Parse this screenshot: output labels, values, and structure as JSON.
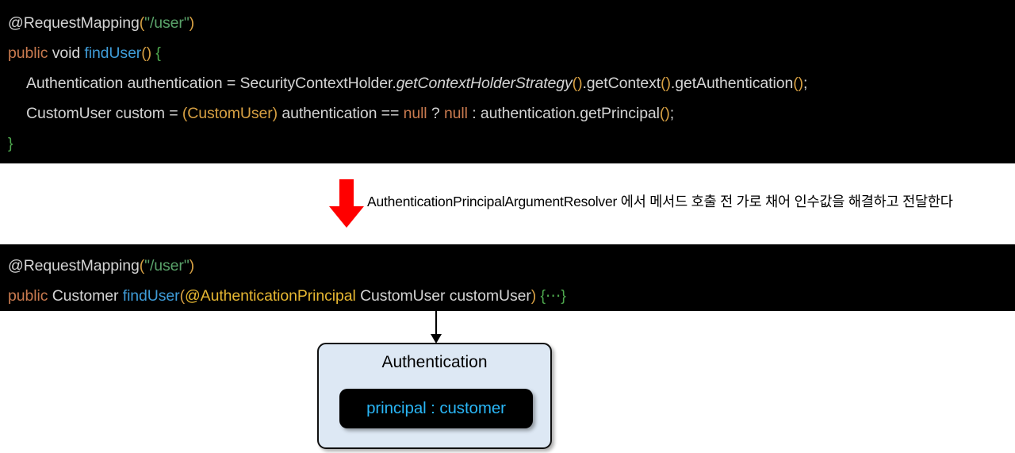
{
  "code_block_top": {
    "background": "#000000",
    "lines": [
      {
        "id": "line1",
        "indent": 0,
        "tokens": [
          {
            "kind": "annotation",
            "text": "@RequestMapping"
          },
          {
            "kind": "paren",
            "text": "("
          },
          {
            "kind": "string",
            "text": "\"/user\""
          },
          {
            "kind": "paren",
            "text": ")"
          }
        ]
      },
      {
        "id": "line2",
        "indent": 0,
        "tokens": [
          {
            "kind": "keyword",
            "text": "public"
          },
          {
            "kind": "plain",
            "text": " "
          },
          {
            "kind": "type",
            "text": "void"
          },
          {
            "kind": "plain",
            "text": " "
          },
          {
            "kind": "method",
            "text": "findUser"
          },
          {
            "kind": "paren",
            "text": "()"
          },
          {
            "kind": "plain",
            "text": " "
          },
          {
            "kind": "brace",
            "text": "{"
          }
        ]
      },
      {
        "id": "line3",
        "indent": 1,
        "tokens": [
          {
            "kind": "plain",
            "text": "Authentication authentication = SecurityContextHolder."
          },
          {
            "kind": "italic",
            "text": "getContextHolderStrategy"
          },
          {
            "kind": "paren",
            "text": "()"
          },
          {
            "kind": "plain",
            "text": ".getContext"
          },
          {
            "kind": "paren",
            "text": "()"
          },
          {
            "kind": "plain",
            "text": ".getAuthentication"
          },
          {
            "kind": "paren",
            "text": "()"
          },
          {
            "kind": "punct",
            "text": ";"
          }
        ]
      },
      {
        "id": "line4",
        "indent": 1,
        "tokens": [
          {
            "kind": "plain",
            "text": "CustomUser custom = "
          },
          {
            "kind": "cast",
            "text": "(CustomUser)"
          },
          {
            "kind": "plain",
            "text": " authentication == "
          },
          {
            "kind": "null",
            "text": "null"
          },
          {
            "kind": "plain",
            "text": " ? "
          },
          {
            "kind": "null",
            "text": "null"
          },
          {
            "kind": "punct",
            "text": " : "
          },
          {
            "kind": "plain",
            "text": "authentication.getPrincipal"
          },
          {
            "kind": "paren",
            "text": "()"
          },
          {
            "kind": "punct",
            "text": ";"
          }
        ]
      },
      {
        "id": "line5",
        "indent": 0,
        "tokens": [
          {
            "kind": "brace",
            "text": "}"
          }
        ]
      }
    ]
  },
  "annotation_note": {
    "arrow_color": "#ff0000",
    "arrow_name": "red-down-arrow",
    "text": "AuthenticationPrincipalArgumentResolver 에서 메서드  호출 전 가로 채어 인수값을 해결하고 전달한다"
  },
  "code_block_bottom": {
    "background": "#000000",
    "lines": [
      {
        "id": "line1",
        "indent": 0,
        "tokens": [
          {
            "kind": "annotation",
            "text": "@RequestMapping"
          },
          {
            "kind": "paren",
            "text": "("
          },
          {
            "kind": "string",
            "text": "\"/user\""
          },
          {
            "kind": "paren",
            "text": ")"
          }
        ]
      },
      {
        "id": "line2",
        "indent": 0,
        "tokens": [
          {
            "kind": "keyword",
            "text": "public"
          },
          {
            "kind": "plain",
            "text": " "
          },
          {
            "kind": "type",
            "text": "Customer"
          },
          {
            "kind": "plain",
            "text": " "
          },
          {
            "kind": "method",
            "text": "findUser"
          },
          {
            "kind": "paren",
            "text": "("
          },
          {
            "kind": "anno-param",
            "text": "@AuthenticationPrincipal"
          },
          {
            "kind": "plain",
            "text": " CustomUser customUser"
          },
          {
            "kind": "paren",
            "text": ")"
          },
          {
            "kind": "plain",
            "text": " "
          },
          {
            "kind": "brace",
            "text": "{"
          },
          {
            "kind": "ellipsis",
            "text": "⋯"
          },
          {
            "kind": "brace",
            "text": "}"
          }
        ]
      }
    ]
  },
  "authentication_box": {
    "title": "Authentication",
    "fill_color": "#dde8f4",
    "border_color": "#101010",
    "chip": {
      "text": "principal : customer",
      "background": "#000000",
      "text_color": "#29b6f6"
    }
  },
  "connector": {
    "name": "connector-down-arrow",
    "color": "#000000"
  }
}
